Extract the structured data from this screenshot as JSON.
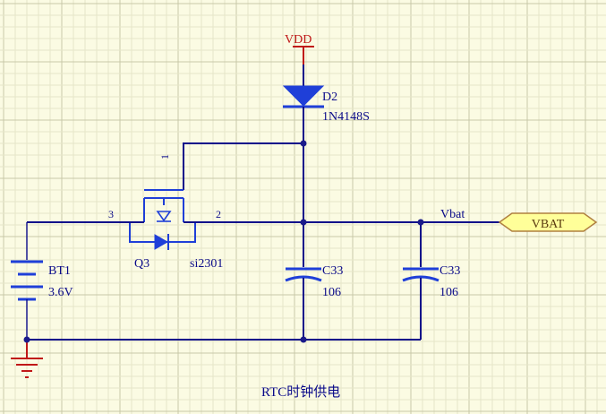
{
  "power": {
    "vdd_label": "VDD"
  },
  "diode": {
    "ref": "D2",
    "value": "1N4148S"
  },
  "mosfet": {
    "ref": "Q3",
    "value": "si2301",
    "pin_gate": "1",
    "pin_source": "3",
    "pin_drain": "2"
  },
  "battery": {
    "ref": "BT1",
    "value": "3.6V"
  },
  "cap_left": {
    "ref": "C33",
    "value": "106"
  },
  "cap_right": {
    "ref": "C33",
    "value": "106"
  },
  "net": {
    "label": "Vbat",
    "port": "VBAT"
  },
  "caption": "RTC时钟供电",
  "colors": {
    "wire": "#0b0b8a",
    "component": "#1f3fd8",
    "power": "#c01818",
    "port_fill": "#ffff99",
    "background": "#fbfbe3"
  }
}
